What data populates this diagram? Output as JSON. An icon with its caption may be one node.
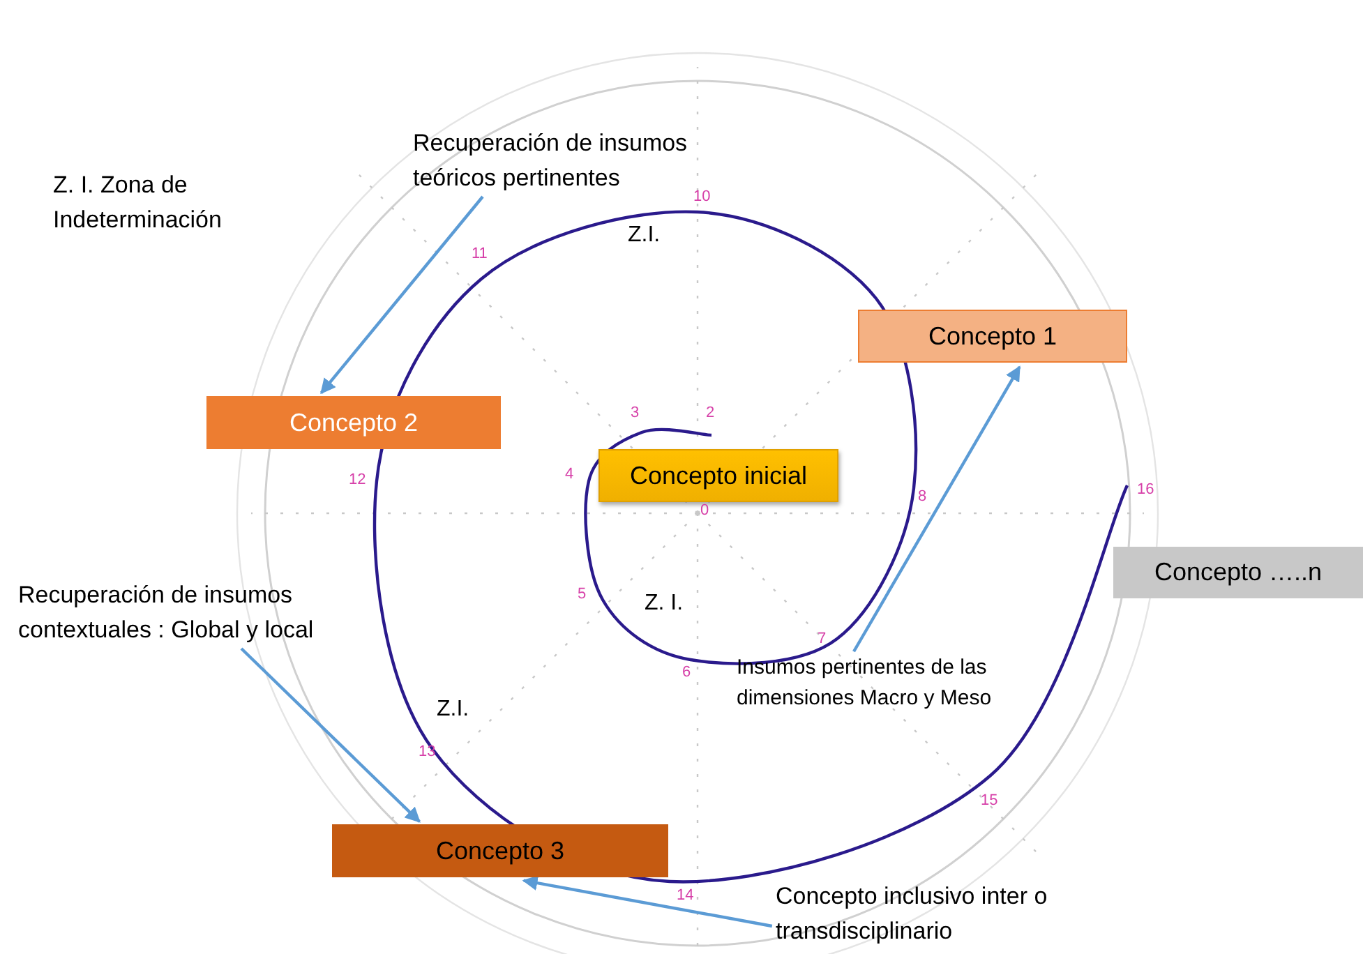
{
  "diagram": {
    "nodes": [
      {
        "text": [
          "Concepto inicial"
        ]
      },
      {
        "text": [
          "Concepto 1"
        ]
      },
      {
        "text": [
          "Concepto 2"
        ]
      },
      {
        "text": [
          "Concepto 3"
        ]
      },
      {
        "text": [
          "Concepto …..n"
        ]
      },
      {
        "text": [
          "Recuperación de insumos teóricos pertinentes"
        ]
      },
      {
        "text": [
          "Recuperación de insumos contextuales : Global y local"
        ]
      },
      {
        "text": [
          "Insumos pertinentes de las dimensiones Macro y Meso"
        ]
      },
      {
        "text": [
          "Concepto inclusivo inter o transdisciplinario"
        ]
      }
    ],
    "edges": [
      {
        "from": 5,
        "to": 2,
        "arrow": "to"
      },
      {
        "from": 6,
        "to": 3,
        "arrow": "to"
      },
      {
        "from": 7,
        "to": 1,
        "arrow": "to"
      },
      {
        "from": 8,
        "to": 3,
        "arrow": "to"
      }
    ],
    "labels": [
      "Z. I. Zona de Indeterminación",
      "10",
      "Z.I.",
      "11",
      "3",
      "2",
      "4",
      "12",
      "16",
      "8",
      "0",
      "Z. I.",
      "5",
      "7",
      "6",
      "Z.I.",
      "13",
      "15",
      "14"
    ]
  }
}
